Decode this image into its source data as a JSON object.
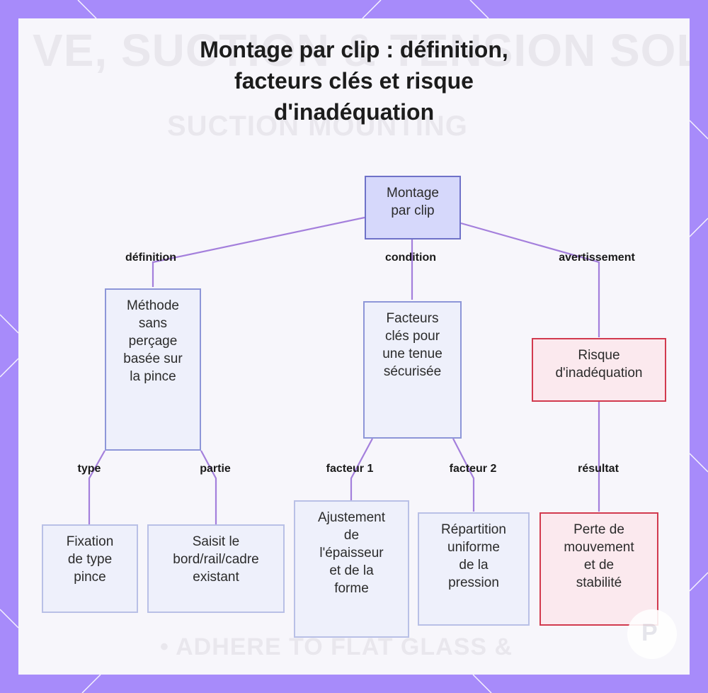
{
  "title_lines": [
    "Montage par clip : définition,",
    "facteurs clés et risque",
    "d'inadéquation"
  ],
  "background_text": {
    "line1": "VE, SUCTION & TENSION SOL",
    "line2": "SUCTION MOUNTING",
    "line3": "• ADHERE TO FLAT GLASS &"
  },
  "nodes": {
    "root": [
      "Montage",
      "par clip"
    ],
    "definition": [
      "Méthode",
      "sans",
      "perçage",
      "basée sur",
      "la pince"
    ],
    "facteurs": [
      "Facteurs",
      "clés pour",
      "une tenue",
      "sécurisée"
    ],
    "risque": [
      "Risque",
      "d'inadéquation"
    ],
    "fixation": [
      "Fixation",
      "de type",
      "pince"
    ],
    "saisit": [
      "Saisit le",
      "bord/rail/cadre",
      "existant"
    ],
    "ajustement": [
      "Ajustement",
      "de",
      "l'épaisseur",
      "et de la",
      "forme"
    ],
    "repartition": [
      "Répartition",
      "uniforme",
      "de la",
      "pression"
    ],
    "perte": [
      "Perte de",
      "mouvement",
      "et de",
      "stabilité"
    ]
  },
  "edge_labels": {
    "definition": "définition",
    "condition": "condition",
    "avertissement": "avertissement",
    "type": "type",
    "partie": "partie",
    "facteur1": "facteur 1",
    "facteur2": "facteur 2",
    "resultat": "résultat"
  },
  "colors": {
    "background": "#a78bfa",
    "edge": "#a47fdc",
    "root_fill": "#d6d8fb",
    "warning_border": "#d23a4e"
  }
}
